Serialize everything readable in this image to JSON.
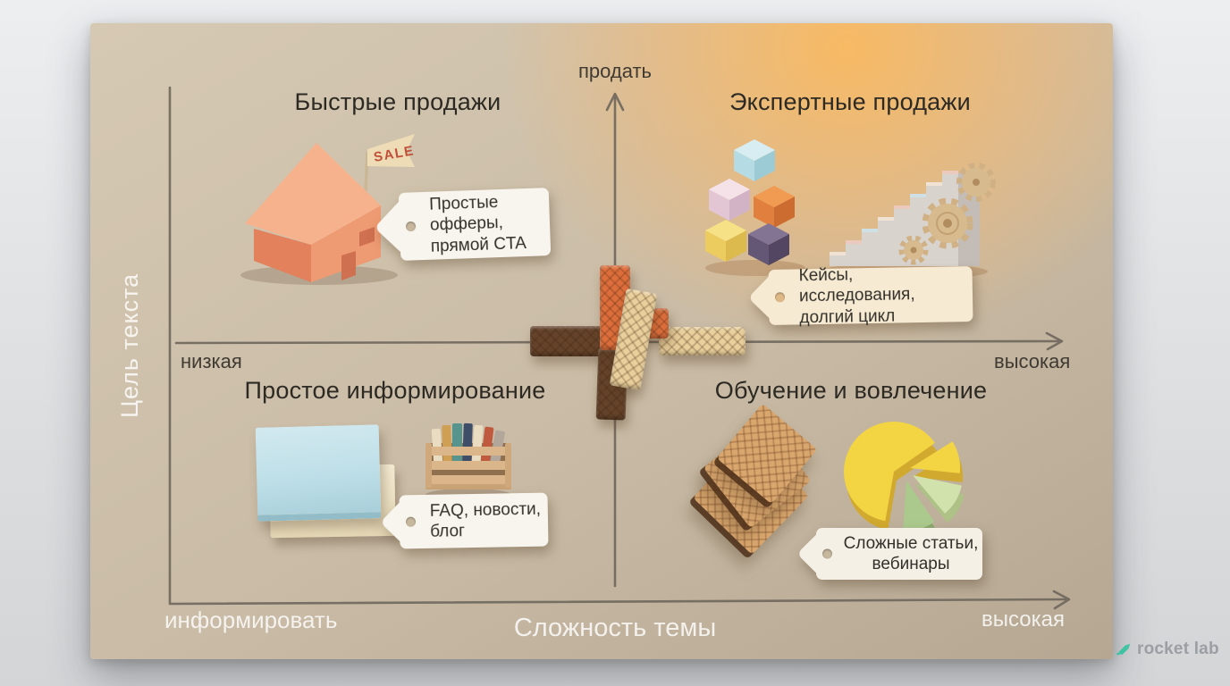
{
  "matrix": {
    "y_axis": {
      "label": "Цель текста",
      "top_value": "продать"
    },
    "x_axis": {
      "label": "Сложность темы",
      "mid_left_value": "низкая",
      "mid_right_value": "высокая",
      "bottom_left_value": "информировать",
      "bottom_right_value": "высокая"
    },
    "quadrants": {
      "top_left": {
        "title": "Быстрые продажи",
        "tag": "Простые\nофферы,\nпрямой CTA",
        "illustration": "house-with-sale-flag",
        "flag": "SALE"
      },
      "top_right": {
        "title": "Экспертные продажи",
        "tag": "Кейсы, исследования,\nдолгий цикл",
        "illustration": "building-blocks-stairs-gears"
      },
      "bottom_left": {
        "title": "Простое информирование",
        "tag": "FAQ, новости,\nблог",
        "illustration": "sticky-notes-book-crate"
      },
      "bottom_right": {
        "title": "Обучение и вовлечение",
        "tag": "Сложные статьи,\nвебинары",
        "illustration": "wafer-stack-pie-chart"
      }
    }
  },
  "watermark": {
    "label": "rocket lab"
  },
  "colors": {
    "card": "#cabca6",
    "glow": "#f8c177",
    "axis": "#6e675c",
    "title_text": "#2d2a24",
    "light_text": "#ffffff",
    "tag_bg": "#f7f3ea",
    "accent_orange": "#dd6e3b",
    "watermark_teal": "#3fc3a2",
    "watermark_gray": "#9b9fa3"
  }
}
